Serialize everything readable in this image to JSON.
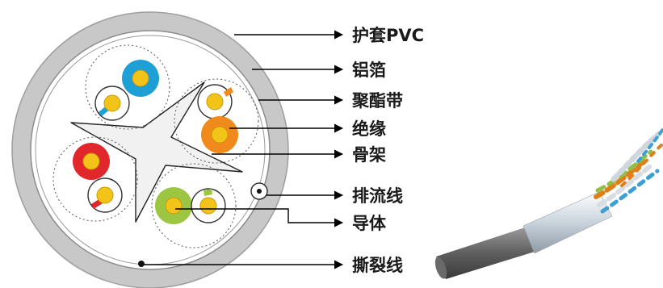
{
  "labels": {
    "jacket": "护套PVC",
    "foil": "铝箔",
    "tape": "聚酯带",
    "insulation": "绝缘",
    "cross_filler": "骨架",
    "drain_wire": "排流线",
    "conductor": "导体",
    "ripcord": "撕裂线"
  },
  "colors": {
    "jacket": "#c8c8c8",
    "blue": "#1e9fd6",
    "orange": "#f08a1c",
    "red": "#e1262c",
    "green": "#9cc641",
    "copper": "#f2c41a"
  },
  "icons": {
    "arrow": "arrow-right-icon"
  }
}
